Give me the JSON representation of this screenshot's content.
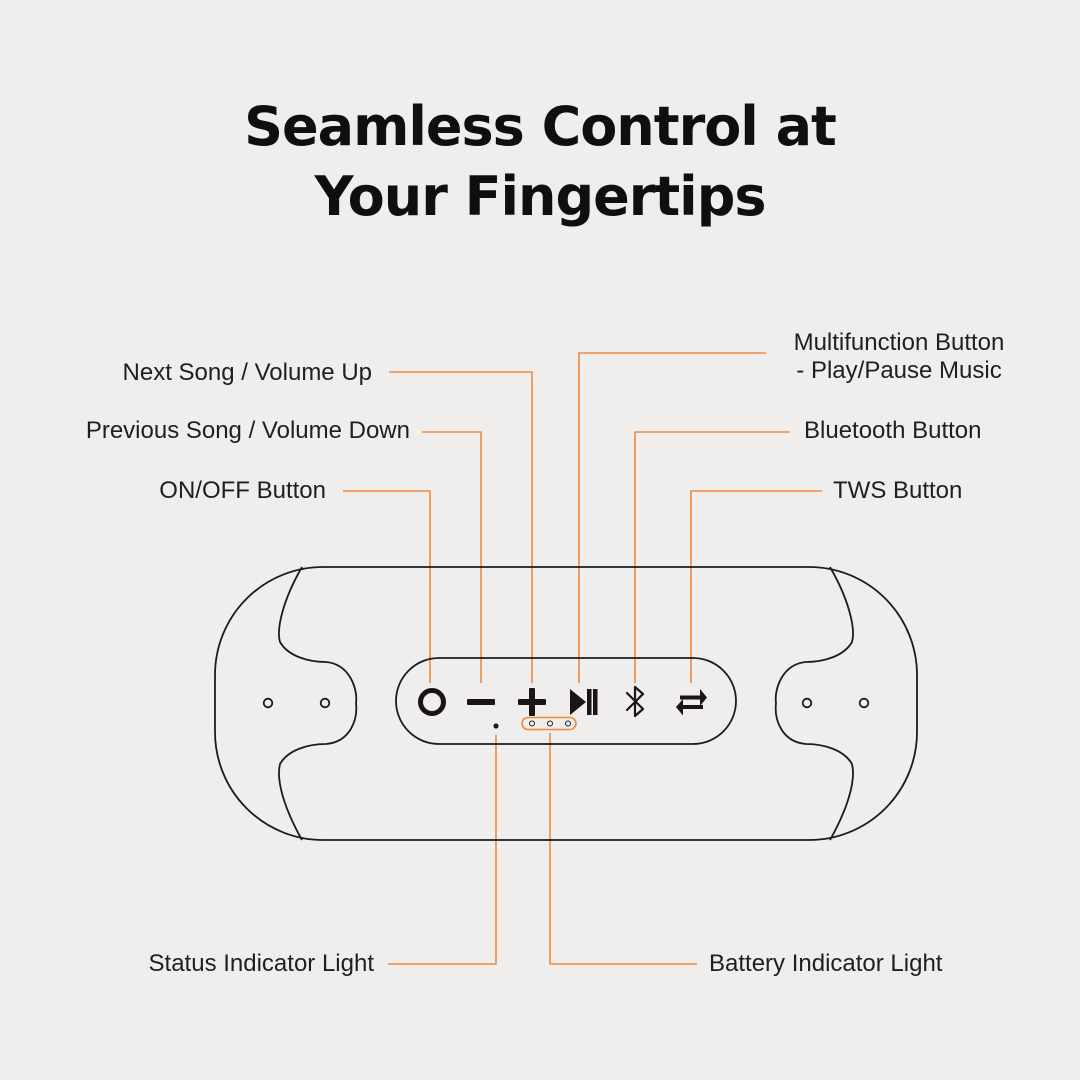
{
  "title": {
    "line1": "Seamless Control at",
    "line2": "Your Fingertips"
  },
  "labels": {
    "next_song": "Next Song / Volume Up",
    "previous_song": "Previous Song / Volume Down",
    "on_off": "ON/OFF Button",
    "multifunction_line1": "Multifunction Button",
    "multifunction_line2": "- Play/Pause Music",
    "bluetooth": "Bluetooth Button",
    "tws": "TWS Button",
    "status_light": "Status Indicator Light",
    "battery_light": "Battery Indicator Light"
  },
  "colors": {
    "background": "#efeeed",
    "leader_line": "#f08a3c",
    "outline": "#1c1c1c",
    "icon": "#1a1414"
  },
  "icons": [
    "power-icon",
    "minus-icon",
    "plus-icon",
    "play-pause-icon",
    "bluetooth-icon",
    "tws-arrows-icon"
  ]
}
